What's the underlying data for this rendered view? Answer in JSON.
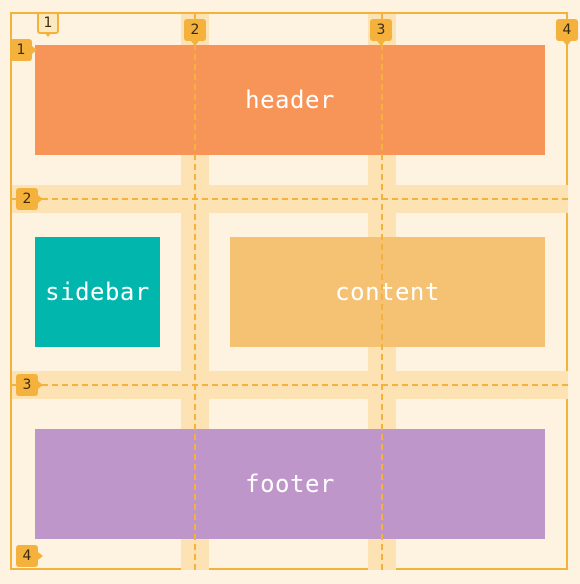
{
  "colors": {
    "background": "#fdf3e0",
    "grid_line": "#f4b13b",
    "gap": "#fde2b4",
    "header": "#f79457",
    "sidebar": "#00b6ad",
    "content": "#f5c274",
    "footer": "#bf96c9"
  },
  "areas": {
    "header": "header",
    "sidebar": "sidebar",
    "content": "content",
    "footer": "footer"
  },
  "column_lines": [
    "1",
    "2",
    "3",
    "4"
  ],
  "row_lines": [
    "1",
    "2",
    "3",
    "4"
  ]
}
